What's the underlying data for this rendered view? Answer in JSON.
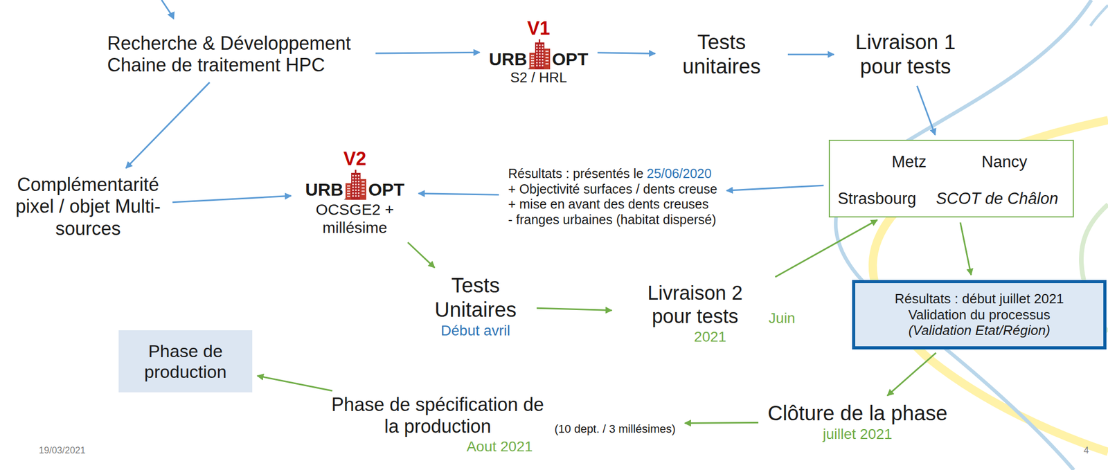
{
  "diagram": {
    "nodes": [
      {
        "text": [
          "Recherche & Développement Chaine de traitement HPC"
        ]
      },
      {
        "text": [
          "V1",
          "URB",
          "OPT",
          "S2 / HRL"
        ]
      },
      {
        "text": [
          "Tests unitaires"
        ]
      },
      {
        "text": [
          "Livraison 1 pour tests"
        ]
      },
      {
        "text": [
          "Metz",
          "Nancy",
          "Strasbourg",
          "SCOT de Châlon"
        ]
      },
      {
        "text": [
          "Complémentarité pixel / objet Multi-sources"
        ]
      },
      {
        "text": [
          "V2",
          "URB",
          "OPT",
          "OCSGE2 + millésime"
        ]
      },
      {
        "text": [
          "Résultats : présentés le",
          "25/06/2020",
          "+ Objectivité surfaces / dents creuse",
          "+ mise en avant des dents creuses",
          "- franges urbaines (habitat dispersé)"
        ]
      },
      {
        "text": [
          "Tests Unitaires",
          "Début avril"
        ]
      },
      {
        "text": [
          "Livraison 2 pour tests",
          "Juin 2021"
        ]
      },
      {
        "text": [
          "Résultats : début juillet 2021",
          "Validation du processus",
          "(Validation Etat/Région)"
        ]
      },
      {
        "text": [
          "Clôture de la phase",
          "juillet 2021"
        ]
      },
      {
        "text": [
          "Phase de spécification de la production",
          "(10 dept. / 3 millésimes)",
          "Aout 2021"
        ]
      },
      {
        "text": [
          "Phase de production"
        ]
      }
    ],
    "edges": [
      {
        "from": 0,
        "to": 1,
        "arrow": "to"
      },
      {
        "from": 1,
        "to": 2,
        "arrow": "to"
      },
      {
        "from": 2,
        "to": 3,
        "arrow": "to"
      },
      {
        "from": 3,
        "to": 4,
        "arrow": "to"
      },
      {
        "from": 0,
        "to": 5,
        "arrow": "to"
      },
      {
        "from": 5,
        "to": 6,
        "arrow": "to"
      },
      {
        "from": 4,
        "to": 7,
        "arrow": "to"
      },
      {
        "from": 7,
        "to": 6,
        "arrow": "to"
      },
      {
        "from": 6,
        "to": 8,
        "arrow": "to"
      },
      {
        "from": 8,
        "to": 9,
        "arrow": "to"
      },
      {
        "from": 9,
        "to": 4,
        "arrow": "to"
      },
      {
        "from": 4,
        "to": 10,
        "arrow": "to"
      },
      {
        "from": 10,
        "to": 11,
        "arrow": "to"
      },
      {
        "from": 11,
        "to": 12,
        "arrow": "to"
      },
      {
        "from": 12,
        "to": 13,
        "arrow": "to"
      }
    ],
    "labels": [
      "19/03/2021",
      "4"
    ]
  }
}
